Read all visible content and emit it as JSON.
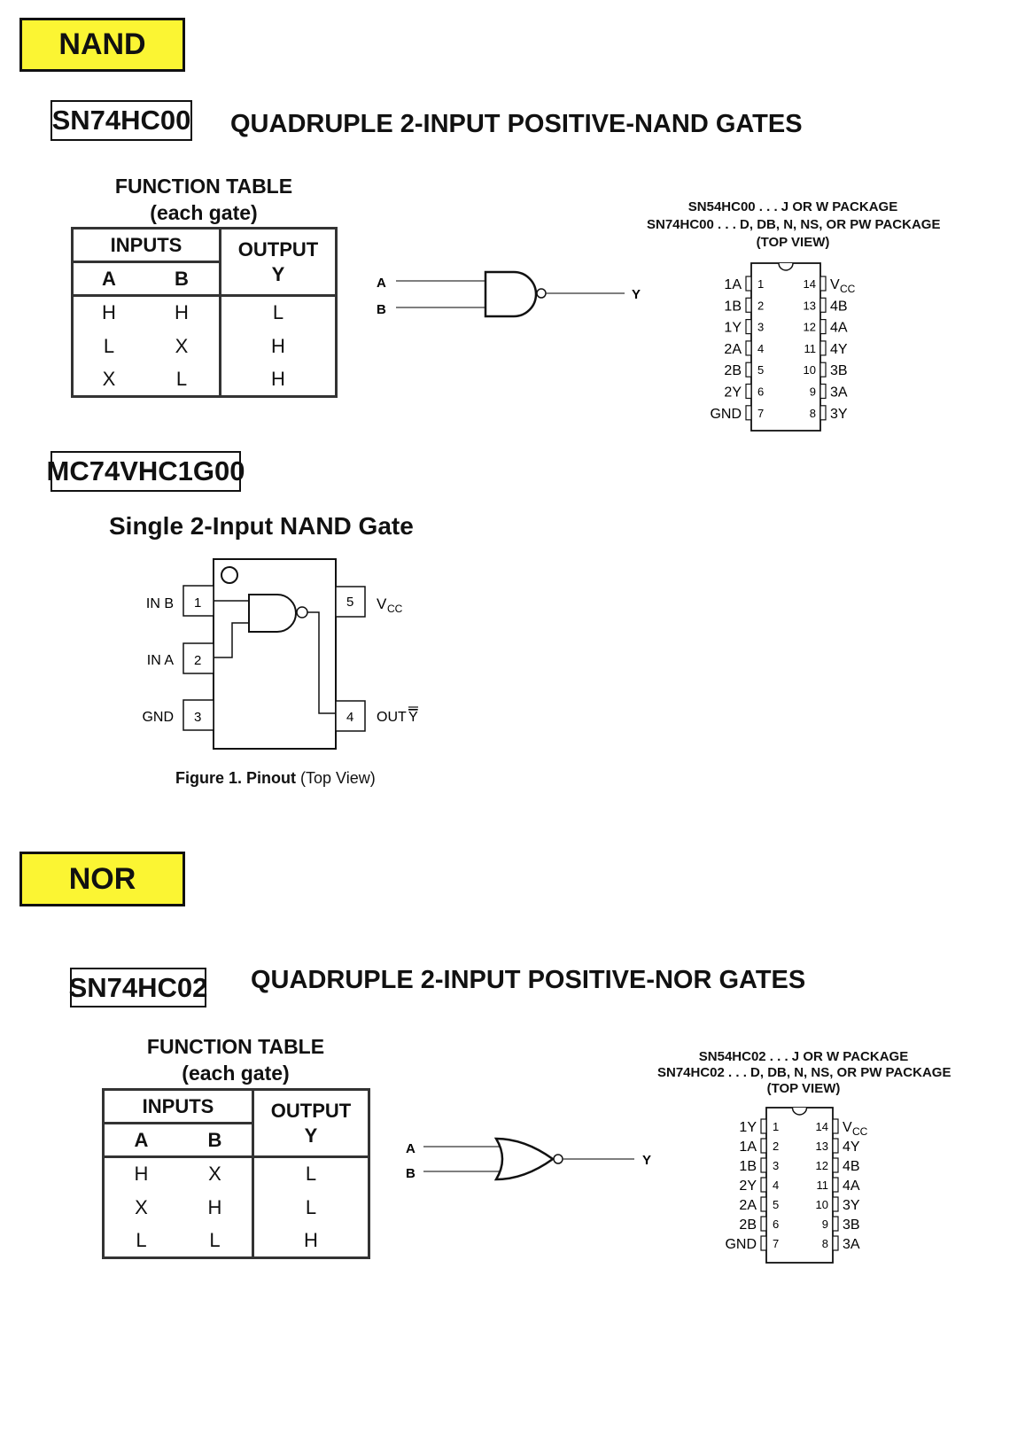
{
  "nand": {
    "tag": "NAND",
    "sn74hc00": {
      "part": "SN74HC00",
      "title": "QUADRUPLE 2-INPUT POSITIVE-NAND GATES",
      "function_table": {
        "title_line1": "FUNCTION TABLE",
        "title_line2": "(each gate)",
        "inputs_label": "INPUTS",
        "output_label": "OUTPUT",
        "col_a": "A",
        "col_b": "B",
        "col_y": "Y",
        "rows": [
          {
            "a": "H",
            "b": "H",
            "y": "L"
          },
          {
            "a": "L",
            "b": "X",
            "y": "H"
          },
          {
            "a": "X",
            "b": "L",
            "y": "H"
          }
        ]
      },
      "symbol": {
        "input_a": "A",
        "input_b": "B",
        "output": "Y"
      },
      "package": {
        "line1": "SN54HC00 . . . J OR W PACKAGE",
        "line2": "SN74HC00 . . . D, DB, N, NS, OR PW PACKAGE",
        "line3": "(TOP VIEW)",
        "left_pins": [
          {
            "name": "1A",
            "num": "1"
          },
          {
            "name": "1B",
            "num": "2"
          },
          {
            "name": "1Y",
            "num": "3"
          },
          {
            "name": "2A",
            "num": "4"
          },
          {
            "name": "2B",
            "num": "5"
          },
          {
            "name": "2Y",
            "num": "6"
          },
          {
            "name": "GND",
            "num": "7"
          }
        ],
        "right_pins": [
          {
            "name": "V",
            "sub": "CC",
            "num": "14"
          },
          {
            "name": "4B",
            "num": "13"
          },
          {
            "name": "4A",
            "num": "12"
          },
          {
            "name": "4Y",
            "num": "11"
          },
          {
            "name": "3B",
            "num": "10"
          },
          {
            "name": "3A",
            "num": "9"
          },
          {
            "name": "3Y",
            "num": "8"
          }
        ]
      }
    },
    "mc74vhc1g00": {
      "part": "MC74VHC1G00",
      "title": "Single 2-Input NAND Gate",
      "pins": {
        "pin1_label": "IN B",
        "pin1_num": "1",
        "pin2_label": "IN A",
        "pin2_num": "2",
        "pin3_label": "GND",
        "pin3_num": "3",
        "pin4_label": "OUT",
        "pin4_bar": "Y",
        "pin4_num": "4",
        "pin5_label": "V",
        "pin5_sub": "CC",
        "pin5_num": "5"
      },
      "caption_bold": "Figure 1. Pinout",
      "caption_rest": " (Top View)"
    }
  },
  "nor": {
    "tag": "NOR",
    "sn74hc02": {
      "part": "SN74HC02",
      "title": "QUADRUPLE 2-INPUT POSITIVE-NOR GATES",
      "function_table": {
        "title_line1": "FUNCTION TABLE",
        "title_line2": "(each gate)",
        "inputs_label": "INPUTS",
        "output_label": "OUTPUT",
        "col_a": "A",
        "col_b": "B",
        "col_y": "Y",
        "rows": [
          {
            "a": "H",
            "b": "X",
            "y": "L"
          },
          {
            "a": "X",
            "b": "H",
            "y": "L"
          },
          {
            "a": "L",
            "b": "L",
            "y": "H"
          }
        ]
      },
      "symbol": {
        "input_a": "A",
        "input_b": "B",
        "output": "Y"
      },
      "package": {
        "line1": "SN54HC02 . . . J OR W PACKAGE",
        "line2": "SN74HC02 . . . D, DB, N, NS, OR PW PACKAGE",
        "line3": "(TOP VIEW)",
        "left_pins": [
          {
            "name": "1Y",
            "num": "1"
          },
          {
            "name": "1A",
            "num": "2"
          },
          {
            "name": "1B",
            "num": "3"
          },
          {
            "name": "2Y",
            "num": "4"
          },
          {
            "name": "2A",
            "num": "5"
          },
          {
            "name": "2B",
            "num": "6"
          },
          {
            "name": "GND",
            "num": "7"
          }
        ],
        "right_pins": [
          {
            "name": "V",
            "sub": "CC",
            "num": "14"
          },
          {
            "name": "4Y",
            "num": "13"
          },
          {
            "name": "4B",
            "num": "12"
          },
          {
            "name": "4A",
            "num": "11"
          },
          {
            "name": "3Y",
            "num": "10"
          },
          {
            "name": "3B",
            "num": "9"
          },
          {
            "name": "3A",
            "num": "8"
          }
        ]
      }
    }
  }
}
